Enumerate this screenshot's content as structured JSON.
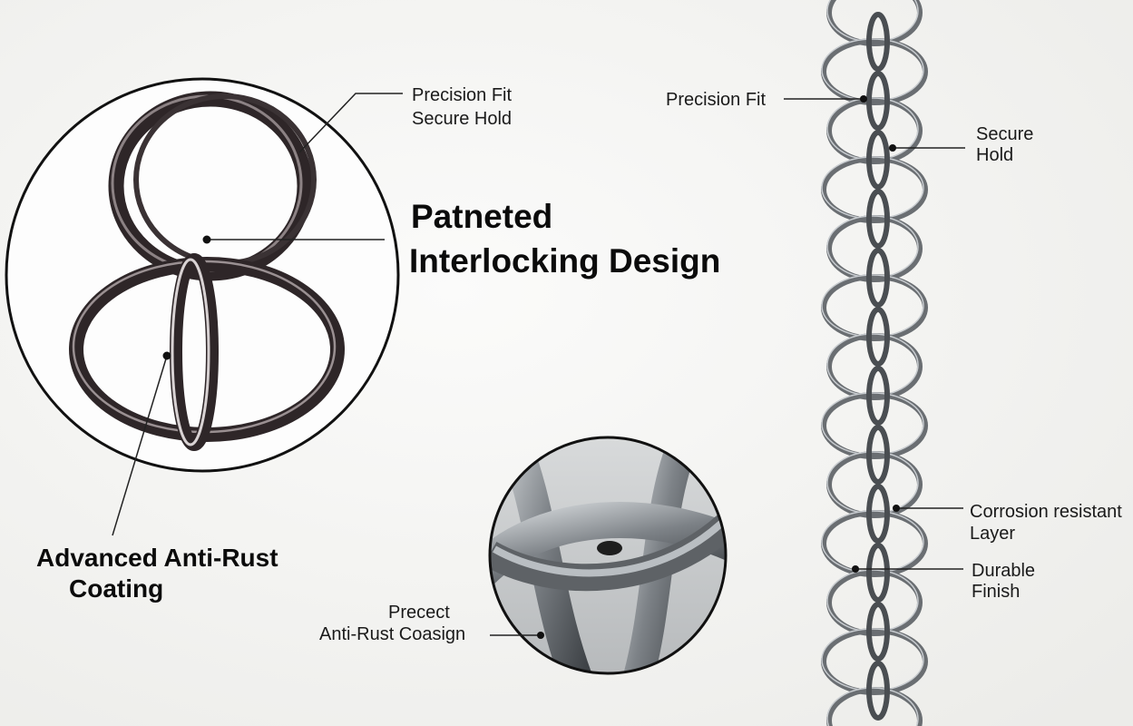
{
  "callouts": {
    "precision_fit_1": "Precision Fit",
    "secure_hold_1": "Secure Hold",
    "headline_line1": "Patneted",
    "headline_line2": "Interlocking Design",
    "anti_rust_line1": "Advanced Anti-Rust",
    "anti_rust_line2": "Coating",
    "precect": "Precect",
    "anti_rust_coasign": "Anti-Rust Coasign",
    "precision_fit_2": "Precision Fit",
    "secure": "Secure",
    "hold": "Hold",
    "corrosion_line1": "Corrosion resistant",
    "corrosion_line2": "Layer",
    "durable_line1": "Durable",
    "durable_line2": "Finish"
  },
  "colors": {
    "background": "#f4f4f2",
    "ring_dark": "#2e2628",
    "ring_steel": "#6a6e72",
    "leader": "#222222"
  }
}
